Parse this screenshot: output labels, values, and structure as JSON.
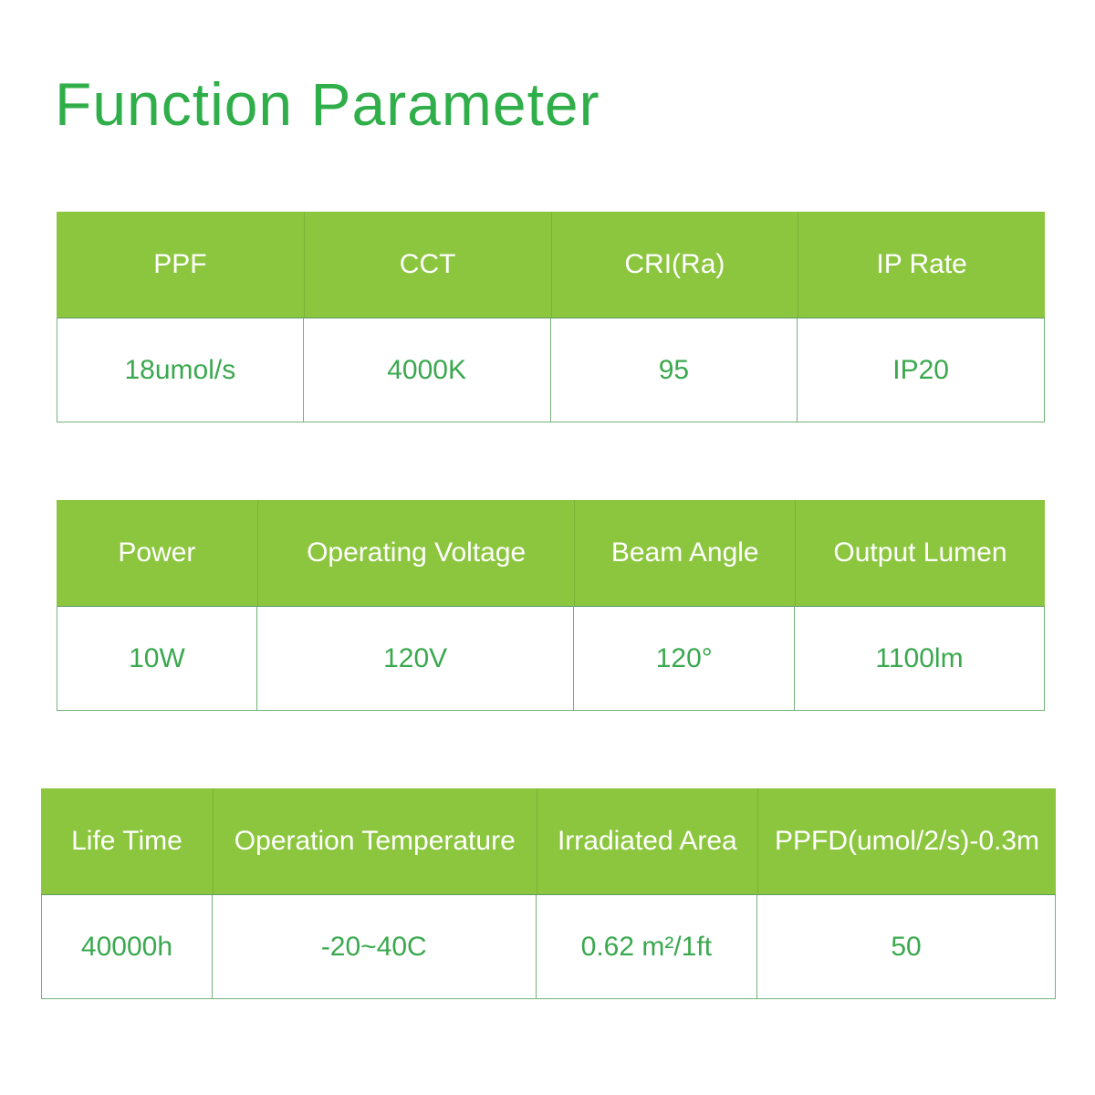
{
  "page": {
    "title": "Function Parameter"
  },
  "colors": {
    "title-green": "#2FAE4A",
    "header-bg": "#8CC63F",
    "header-text": "#FFFFFF",
    "value-green": "#3AA84E",
    "border-green": "#74B279"
  },
  "tables": [
    {
      "headers": [
        "PPF",
        "CCT",
        "CRI(Ra)",
        "IP Rate"
      ],
      "values": [
        "18umol/s",
        "4000K",
        "95",
        "IP20"
      ]
    },
    {
      "headers": [
        "Power",
        "Operating Voltage",
        "Beam Angle",
        "Output Lumen"
      ],
      "values": [
        "10W",
        "120V",
        "120°",
        "1100lm"
      ]
    },
    {
      "headers": [
        "Life Time",
        "Operation Temperature",
        "Irradiated Area",
        "PPFD(umol/2/s)-0.3m"
      ],
      "values": [
        "40000h",
        "-20~40C",
        "0.62 m²/1ft",
        "50"
      ]
    }
  ]
}
